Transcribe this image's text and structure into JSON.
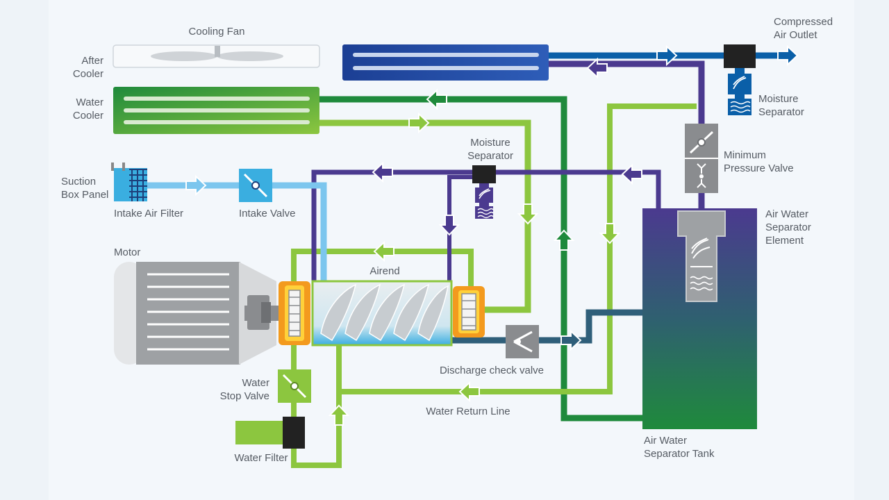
{
  "labels": {
    "cooling_fan": "Cooling Fan",
    "after_cooler": [
      "After",
      "Cooler"
    ],
    "water_cooler": [
      "Water",
      "Cooler"
    ],
    "suction_box_panel": [
      "Suction",
      "Box Panel"
    ],
    "intake_air_filter": "Intake Air Filter",
    "intake_valve": "Intake Valve",
    "motor": "Motor",
    "airend": "Airend",
    "moisture_separator_mid": [
      "Moisture",
      "Separator"
    ],
    "moisture_separator_top": [
      "Moisture",
      "Separator"
    ],
    "compressed_air_outlet": [
      "Compressed",
      "Air Outlet"
    ],
    "minimum_pressure_valve": [
      "Minimum",
      "Pressure Valve"
    ],
    "air_water_separator_element": [
      "Air Water",
      "Separator",
      "Element"
    ],
    "air_water_separator_tank": [
      "Air Water",
      "Separator Tank"
    ],
    "discharge_check_valve": "Discharge check valve",
    "water_stop_valve": [
      "Water",
      "Stop Valve"
    ],
    "water_filter": "Water Filter",
    "water_return_line": "Water Return Line"
  },
  "colors": {
    "dark_green": "#1f8a3c",
    "light_green": "#8cc63f",
    "purple": "#4b3a8f",
    "blue": "#0a5fa8",
    "light_blue": "#7cc6ee",
    "teal": "#2f5f7a",
    "orange": "#f39a1e",
    "gray": "#8a8c8f",
    "dark": "#222222"
  }
}
